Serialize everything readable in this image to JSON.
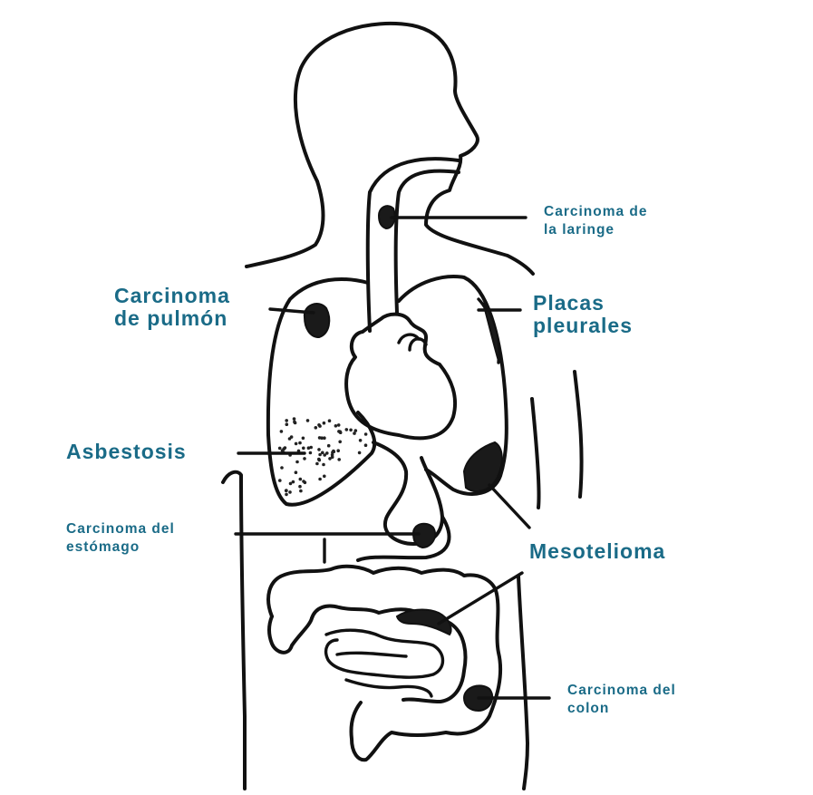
{
  "colors": {
    "label": "#1a6b87",
    "line": "#111111",
    "background": "#ffffff"
  },
  "labels": {
    "carcinoma_laringe": [
      "Carcinoma de",
      "la laringe"
    ],
    "carcinoma_pulmon": [
      "Carcinoma",
      "de pulmón"
    ],
    "placas_pleurales": [
      "Placas",
      "pleurales"
    ],
    "asbestosis": [
      "Asbestosis"
    ],
    "carcinoma_estomago": [
      "Carcinoma del",
      "estómago"
    ],
    "mesotelioma": [
      "Mesotelioma"
    ],
    "carcinoma_colon": [
      "Carcinoma del",
      "colon"
    ]
  }
}
